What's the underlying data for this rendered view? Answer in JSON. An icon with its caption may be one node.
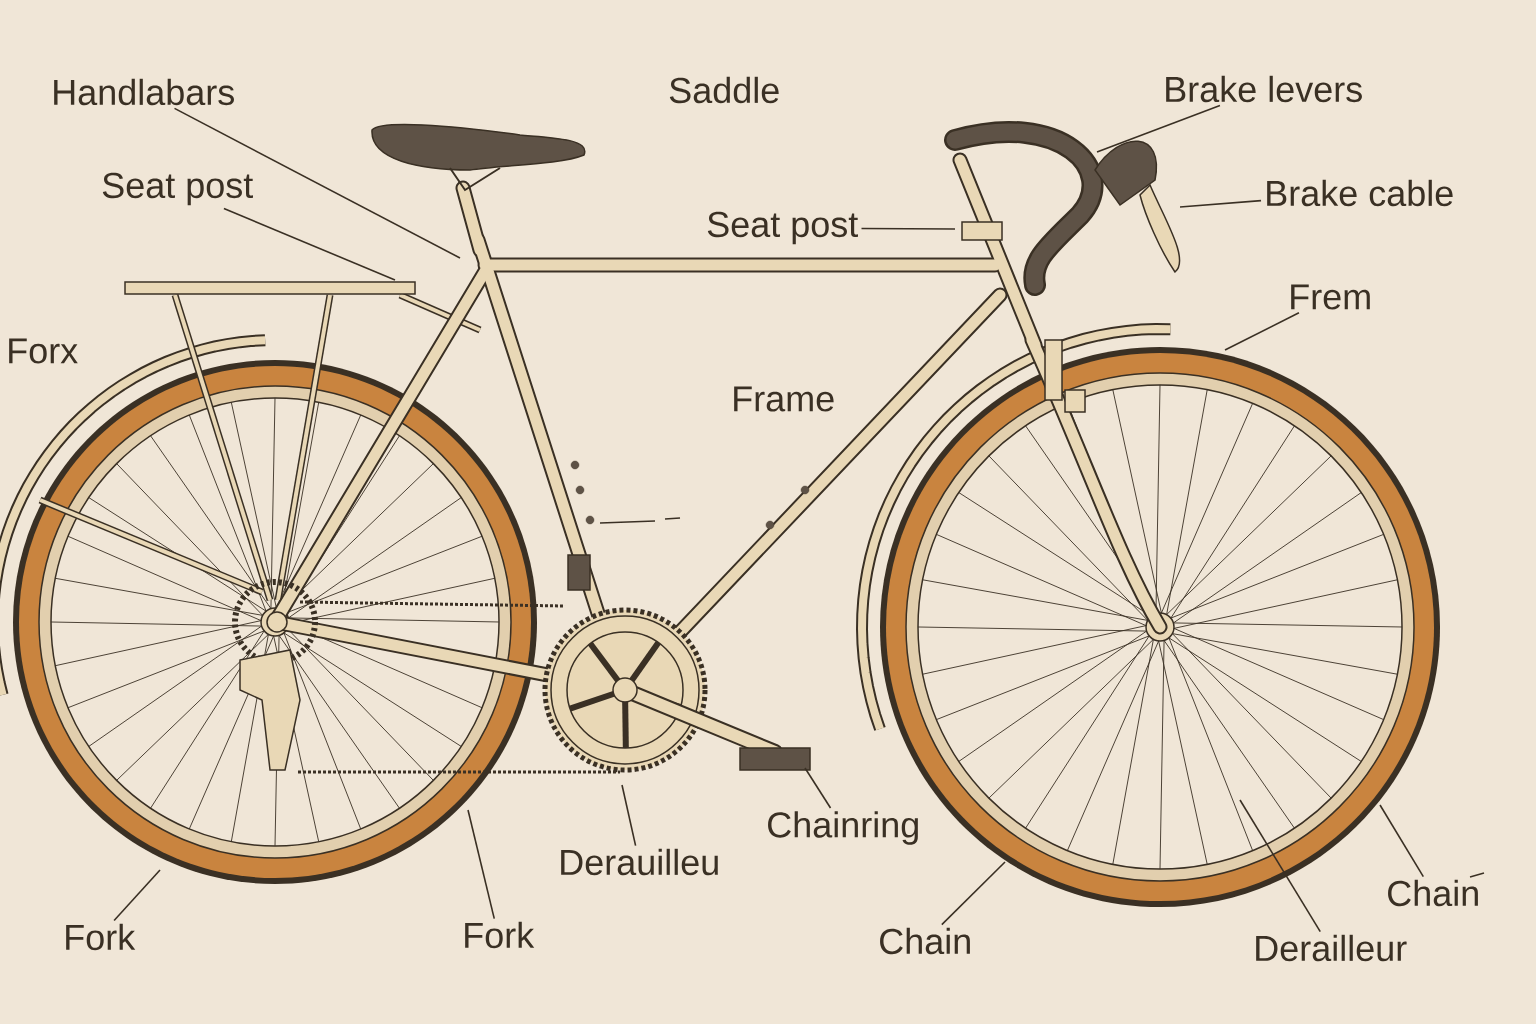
{
  "diagram": {
    "nodes": [
      {
        "text": [
          "Handlabars"
        ]
      },
      {
        "text": [
          "Brake levers"
        ]
      },
      {
        "text": [
          "Seat post"
        ]
      },
      {
        "text": [
          "Seat post"
        ]
      },
      {
        "text": [
          "Brake cable"
        ]
      },
      {
        "text": [
          "Frem"
        ]
      },
      {
        "text": [
          "Chainring"
        ]
      },
      {
        "text": [
          "Derauilleu"
        ]
      },
      {
        "text": [
          "Fork"
        ]
      },
      {
        "text": [
          "Fork"
        ]
      },
      {
        "text": [
          "Chain"
        ]
      },
      {
        "text": [
          "Chain"
        ]
      },
      {
        "text": [
          "Derailleur"
        ]
      }
    ],
    "edges": [
      {
        "from": 0,
        "to": null,
        "arrow": "none"
      },
      {
        "from": 1,
        "to": null,
        "arrow": "none"
      },
      {
        "from": 2,
        "to": null,
        "arrow": "none"
      },
      {
        "from": 3,
        "to": null,
        "arrow": "none"
      },
      {
        "from": 4,
        "to": null,
        "arrow": "none"
      },
      {
        "from": 5,
        "to": null,
        "arrow": "none"
      },
      {
        "from": 6,
        "to": null,
        "arrow": "none"
      },
      {
        "from": 7,
        "to": null,
        "arrow": "none"
      },
      {
        "from": 8,
        "to": null,
        "arrow": "none"
      },
      {
        "from": 9,
        "to": null,
        "arrow": "none"
      },
      {
        "from": 10,
        "to": null,
        "arrow": "none"
      },
      {
        "from": 11,
        "to": null,
        "arrow": "none"
      },
      {
        "from": 12,
        "to": null,
        "arrow": "none"
      }
    ],
    "labels": [
      "Saddle",
      "Forx",
      "Frame"
    ]
  }
}
